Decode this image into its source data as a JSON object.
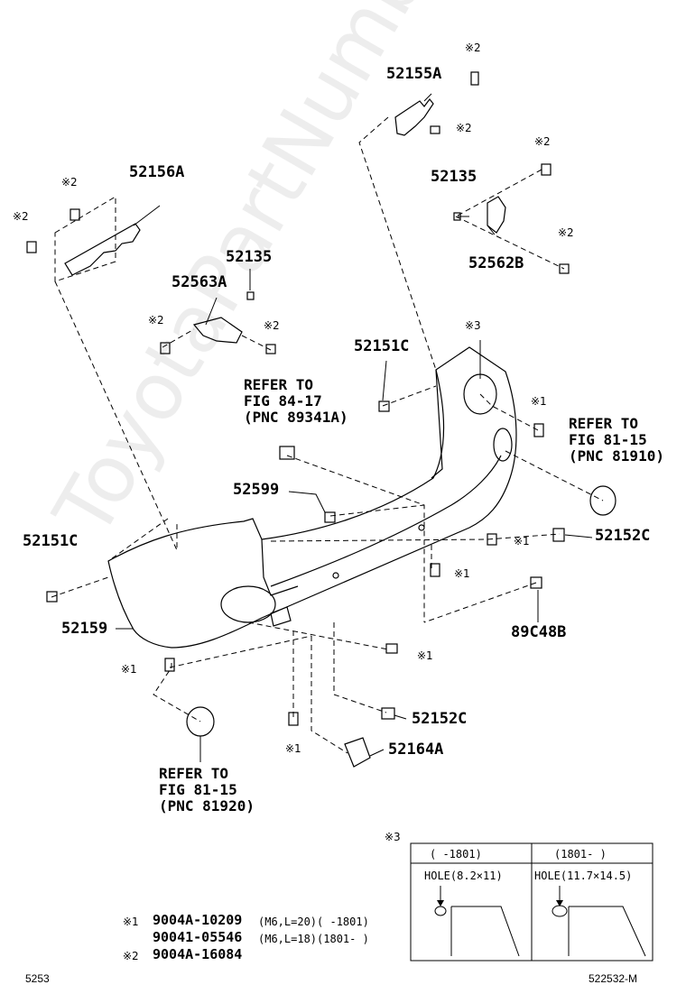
{
  "watermark": "ToyotaPartNumbers.ru",
  "parts": {
    "p52155A": "52155A",
    "p52156A": "52156A",
    "p52135_top": "52135",
    "p52562B": "52562B",
    "p52135_mid": "52135",
    "p52563A": "52563A",
    "p52151C_top": "52151C",
    "p52599": "52599",
    "p52151C_left": "52151C",
    "p52159": "52159",
    "p52152C_right": "52152C",
    "p89C48B": "89C48B",
    "p52152C_bottom": "52152C",
    "p52164A": "52164A"
  },
  "marks": {
    "m2": "※2",
    "m1": "※1",
    "m3": "※3"
  },
  "refs": {
    "ref1": "REFER TO\nFIG 84-17\n(PNC 89341A)",
    "ref2": "REFER TO\nFIG 81-15\n(PNC 81910)",
    "ref3": "REFER TO\nFIG 81-15\n(PNC 81920)"
  },
  "detail": {
    "mark": "※3",
    "col1_header": "(     -1801)",
    "col2_header": "(1801-      )",
    "col1_hole": "HOLE(8.2×11)",
    "col2_hole": "HOLE(11.7×14.5)"
  },
  "legend": {
    "row1_mark": "※1",
    "row1_code": "9004A-10209",
    "row1_spec": "(M6,L=20)(      -1801)",
    "row2_code": "90041-05546",
    "row2_spec": "(M6,L=18)(1801-      )",
    "row3_mark": "※2",
    "row3_code": "9004A-16084"
  },
  "footer": {
    "left": "5253",
    "right": "522532-M"
  }
}
